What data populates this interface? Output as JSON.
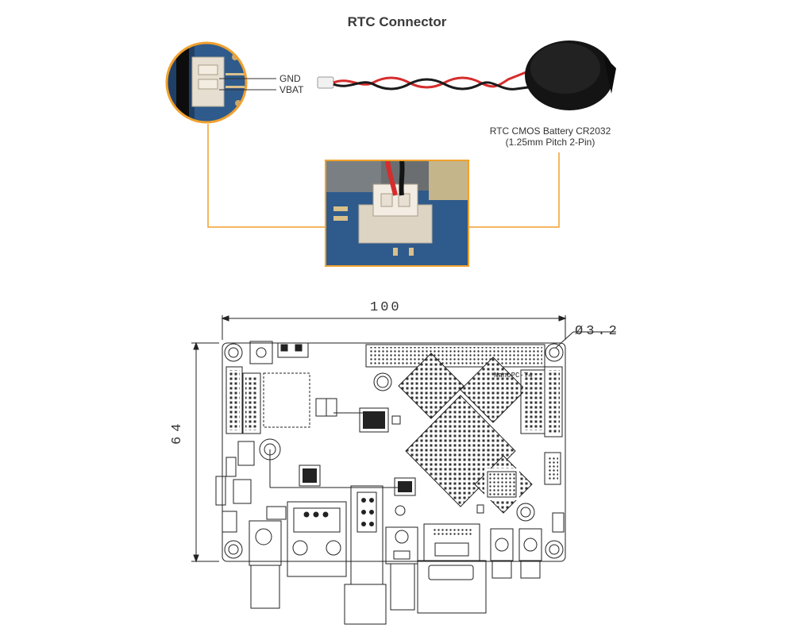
{
  "title": "RTC Connector",
  "labels": {
    "gnd": "GND",
    "vbat": "VBAT",
    "battery_line1": "RTC CMOS Battery CR2032",
    "battery_line2": "(1.25mm Pitch 2-Pin)"
  },
  "board": {
    "silk_name": "NanoPC-T4",
    "width_dim": "100",
    "height_dim": "64",
    "hole_dim": "Ø3.2"
  },
  "colors": {
    "accent": "#f0a12e",
    "pcb_blue": "#2f5a8c",
    "wire_red": "#d62c2c",
    "wire_black": "#1a1a1a",
    "connector": "#e9e2d6"
  }
}
